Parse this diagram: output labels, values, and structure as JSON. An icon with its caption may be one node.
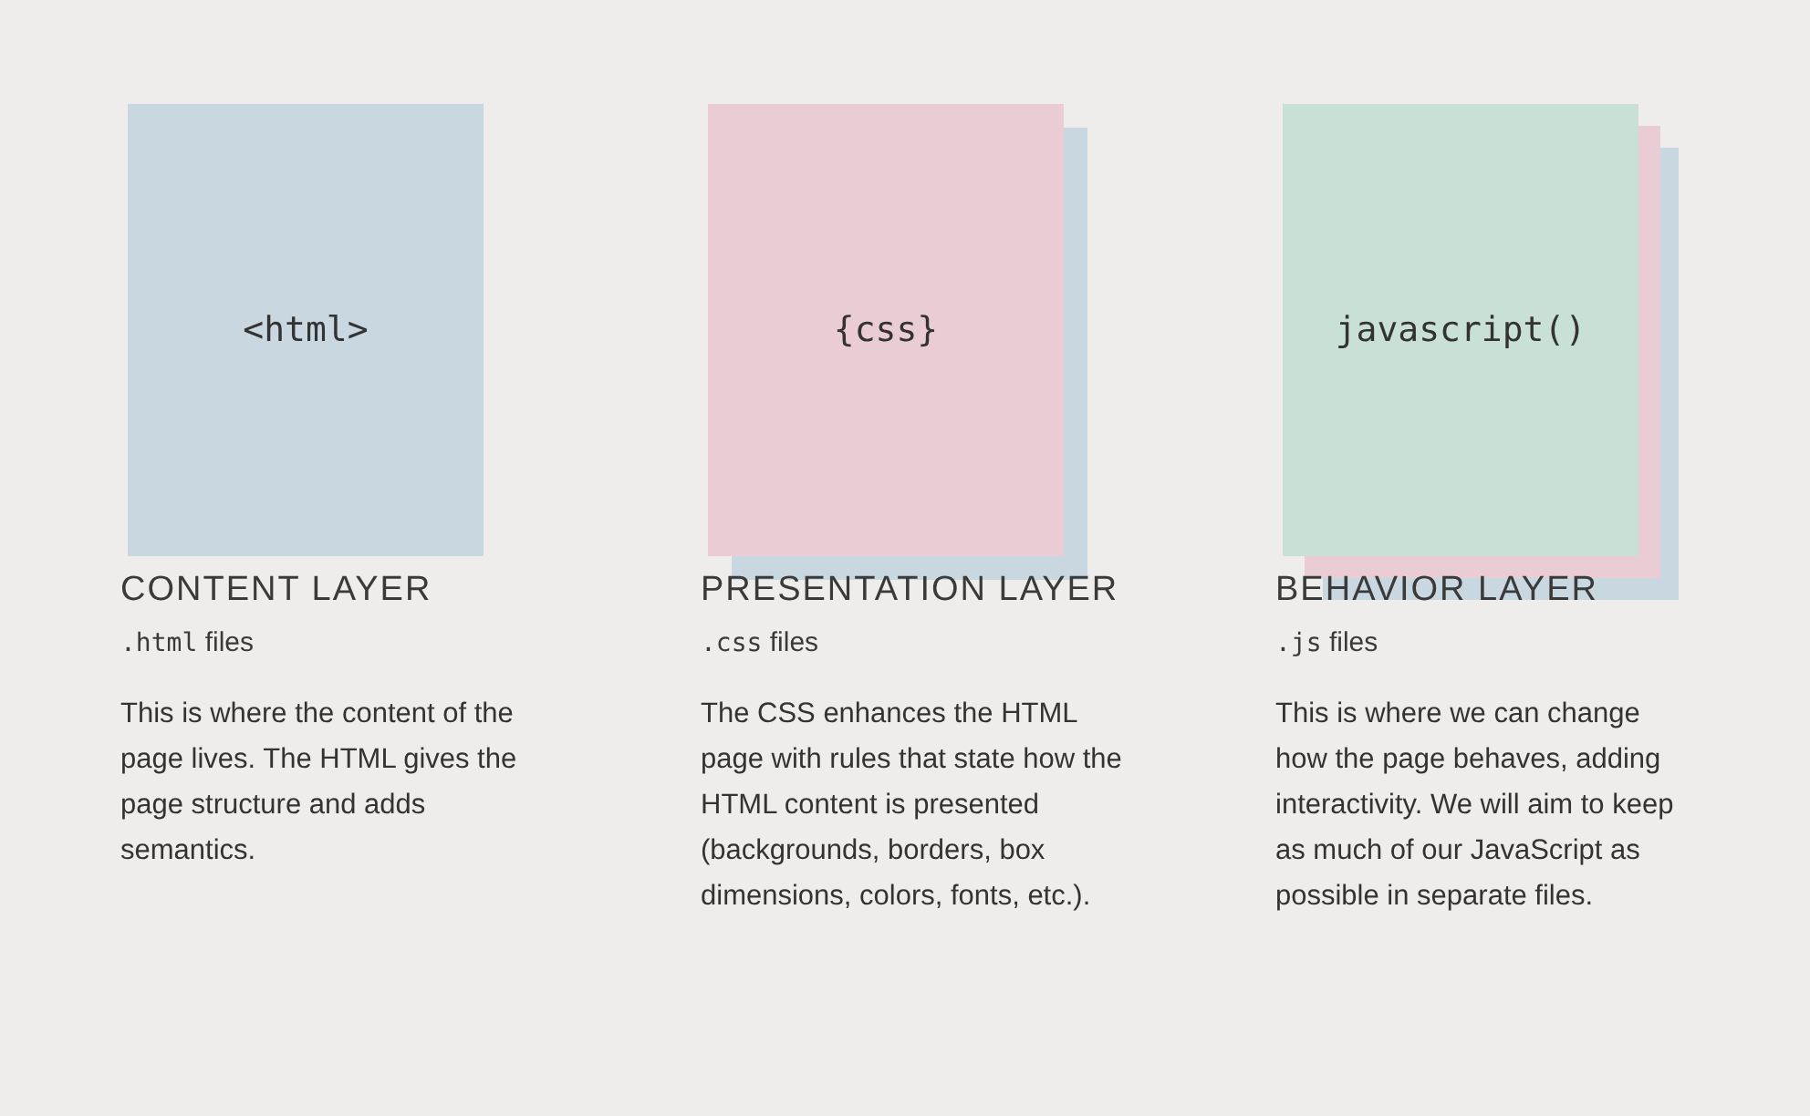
{
  "diagram": {
    "nodes": [
      {
        "text": [
          "<html>"
        ]
      },
      {
        "text": [
          "{css}"
        ]
      },
      {
        "text": [
          "javascript()"
        ]
      }
    ],
    "labels": [
      "CONTENT LAYER",
      ".html files",
      "This is where the content of the page lives. The HTML gives the page structure and adds semantics.",
      "PRESENTATION LAYER",
      ".css files",
      "The CSS enhances the HTML page with rules that state how the HTML content is presented (backgrounds, borders, box dimensions, colors, fonts, etc.).",
      "BEHAVIOR LAYER",
      ".js files",
      "This is where we can change how the page behaves, adding interactivity. We will aim to keep as much of our JavaScript as possible in separate files."
    ]
  }
}
